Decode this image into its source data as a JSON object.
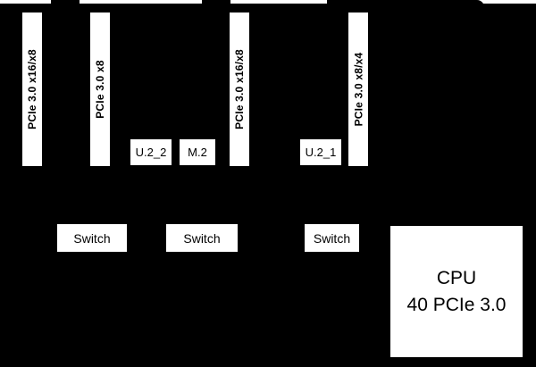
{
  "diagram": {
    "colors": {
      "background": "#000000",
      "box_fill": "#ffffff",
      "box_text": "#000000"
    },
    "slots": [
      {
        "label": "PCIe 3.0 x16/x8"
      },
      {
        "label": "PCIe 3.0 x8"
      },
      {
        "label": "PCIe 3.0 x16/x8"
      },
      {
        "label": "PCIe 3.0 x8/x4"
      }
    ],
    "devices": [
      {
        "label": "U.2_2"
      },
      {
        "label": "M.2"
      },
      {
        "label": "U.2_1"
      }
    ],
    "switches": [
      {
        "label": "Switch"
      },
      {
        "label": "Switch"
      },
      {
        "label": "Switch"
      }
    ],
    "cpu": {
      "name": "CPU",
      "lanes": "40 PCIe 3.0"
    }
  }
}
